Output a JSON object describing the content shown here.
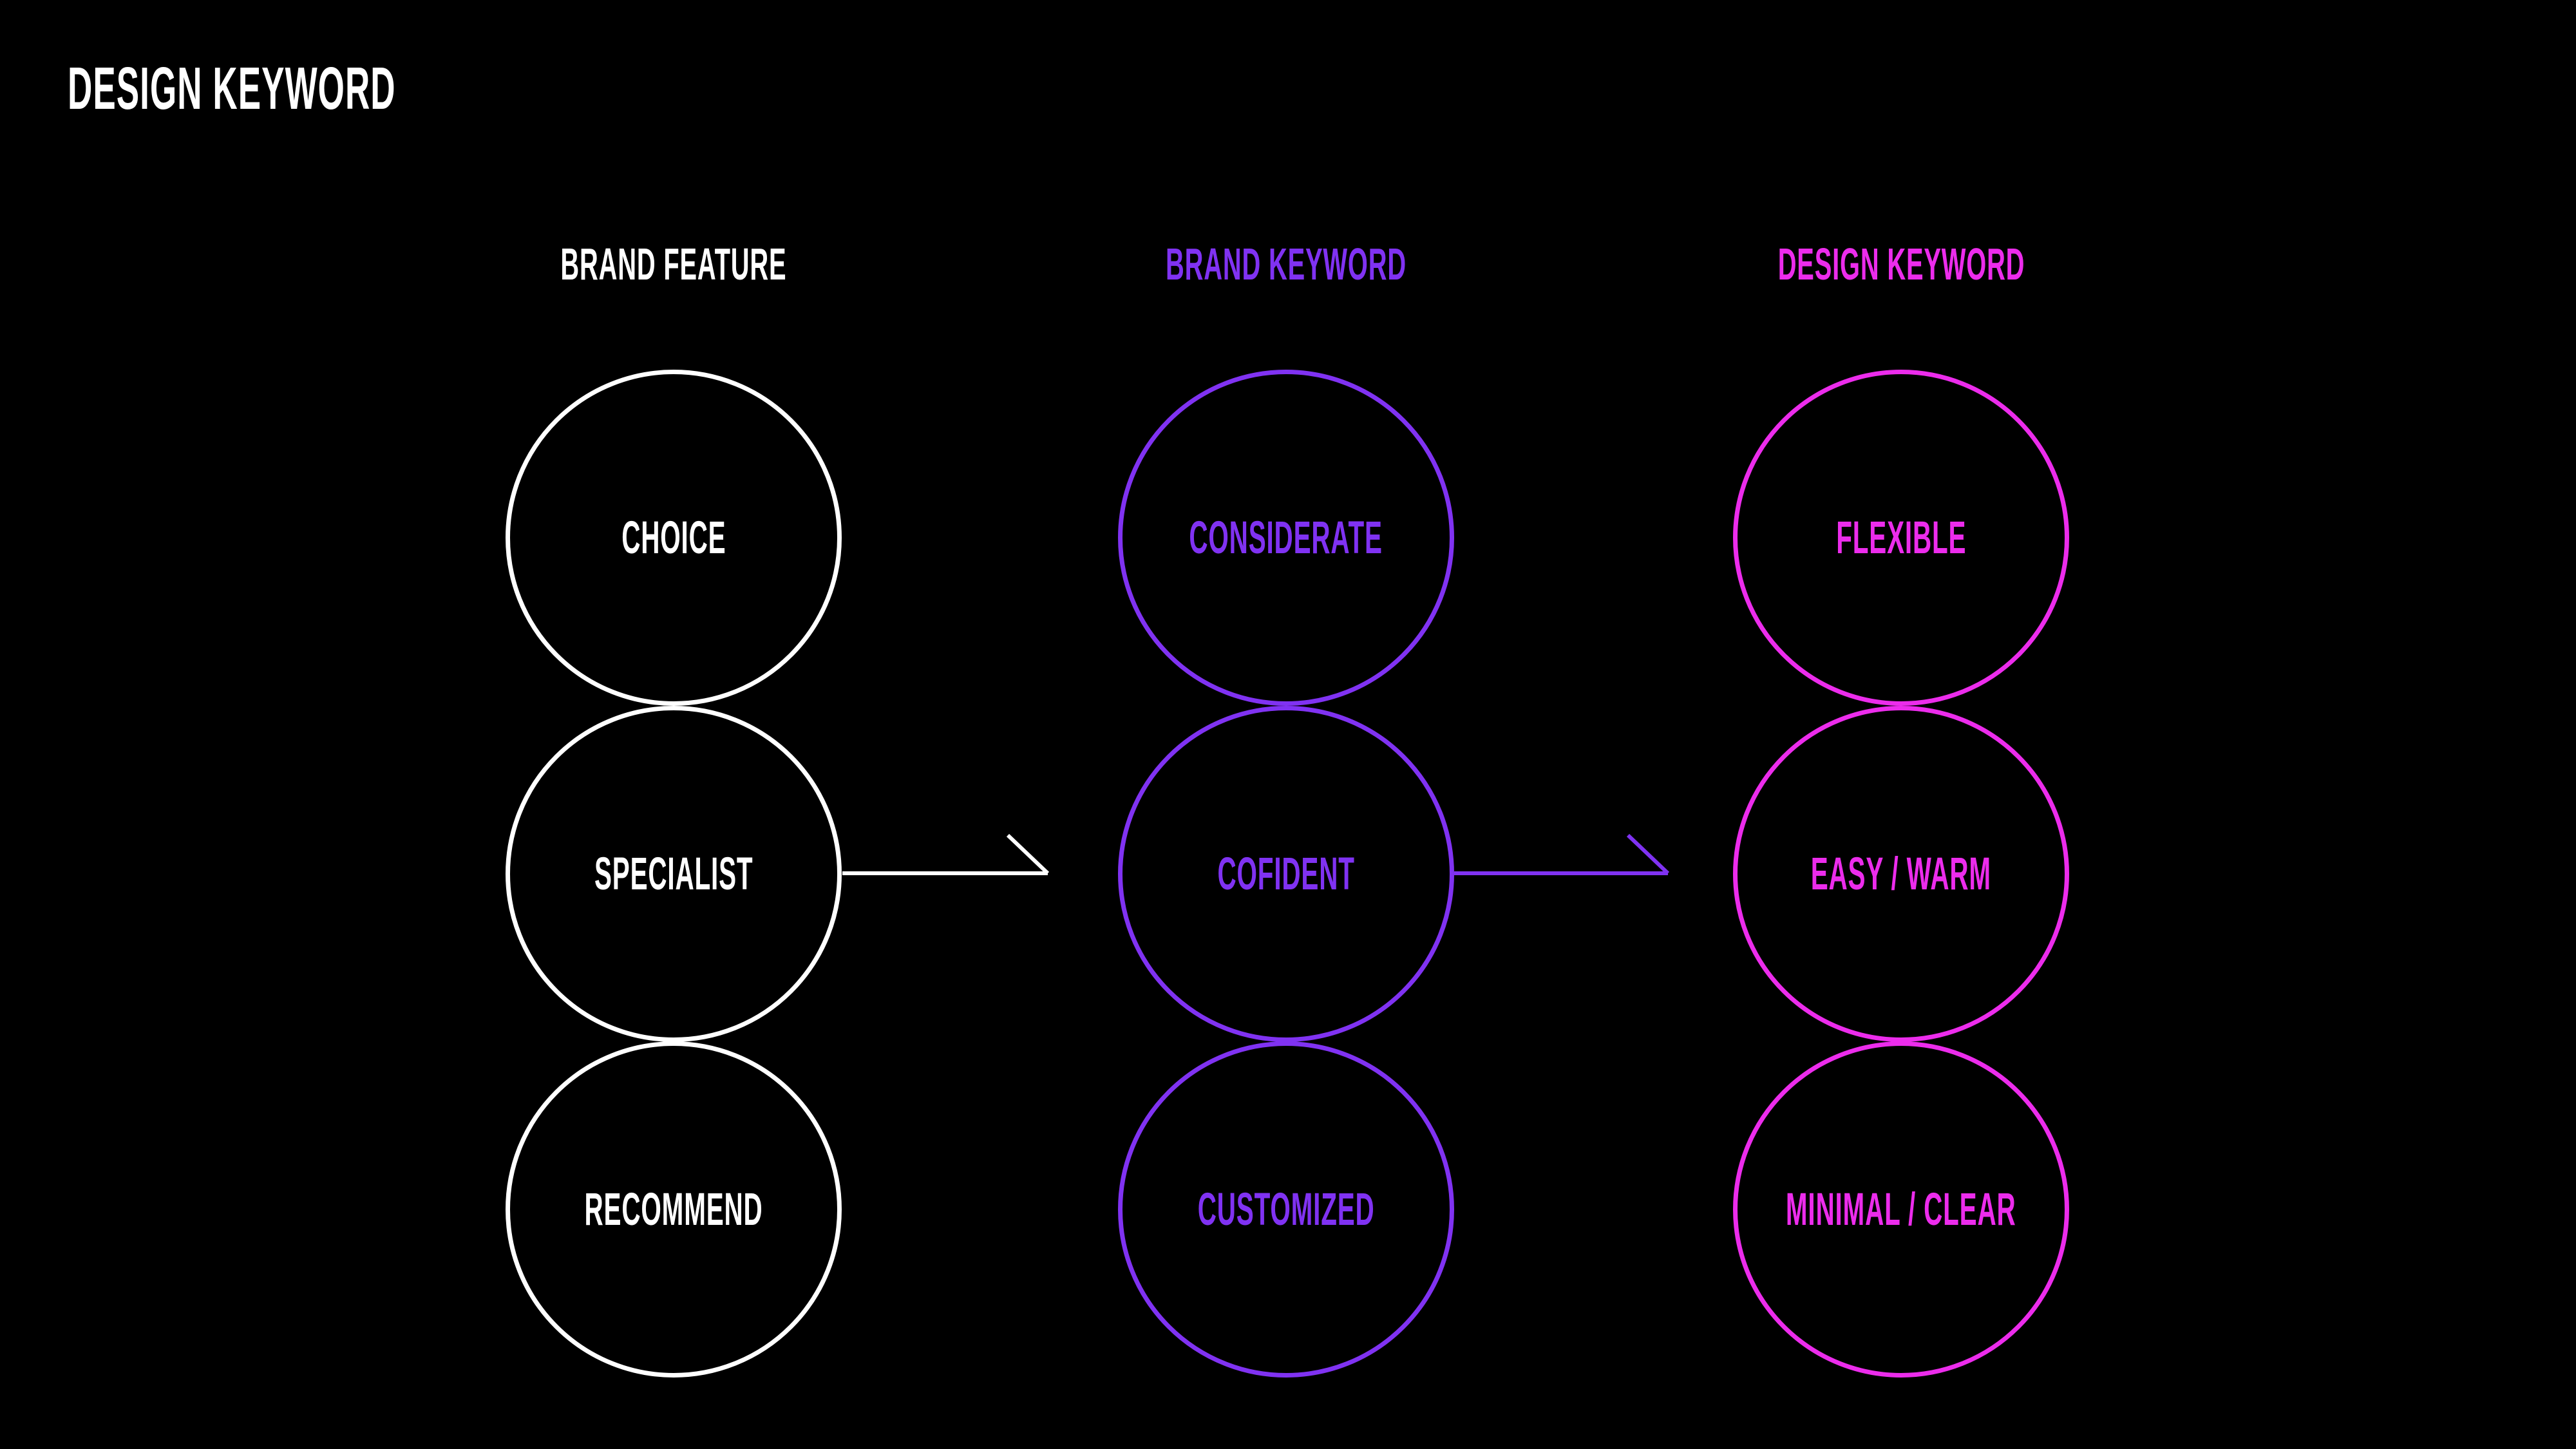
{
  "page": {
    "title": "DESIGN KEYWORD",
    "background_color": "#000000"
  },
  "colors": {
    "white": "#ffffff",
    "purple": "#8032f2",
    "magenta": "#ec2cec"
  },
  "columns": [
    {
      "header": "BRAND FEATURE",
      "color": "#ffffff",
      "items": [
        "CHOICE",
        "SPECIALIST",
        "RECOMMEND"
      ]
    },
    {
      "header": "BRAND KEYWORD",
      "color": "#8032f2",
      "items": [
        "CONSIDERATE",
        "COFIDENT",
        "CUSTOMIZED"
      ]
    },
    {
      "header": "DESIGN KEYWORD",
      "color": "#ec2cec",
      "items": [
        "FLEXIBLE",
        "EASY / WARM",
        "MINIMAL / CLEAR"
      ]
    }
  ],
  "arrows": [
    {
      "from": "SPECIALIST",
      "to": "COFIDENT",
      "color": "#ffffff"
    },
    {
      "from": "COFIDENT",
      "to": "EASY / WARM",
      "color": "#8032f2"
    }
  ]
}
